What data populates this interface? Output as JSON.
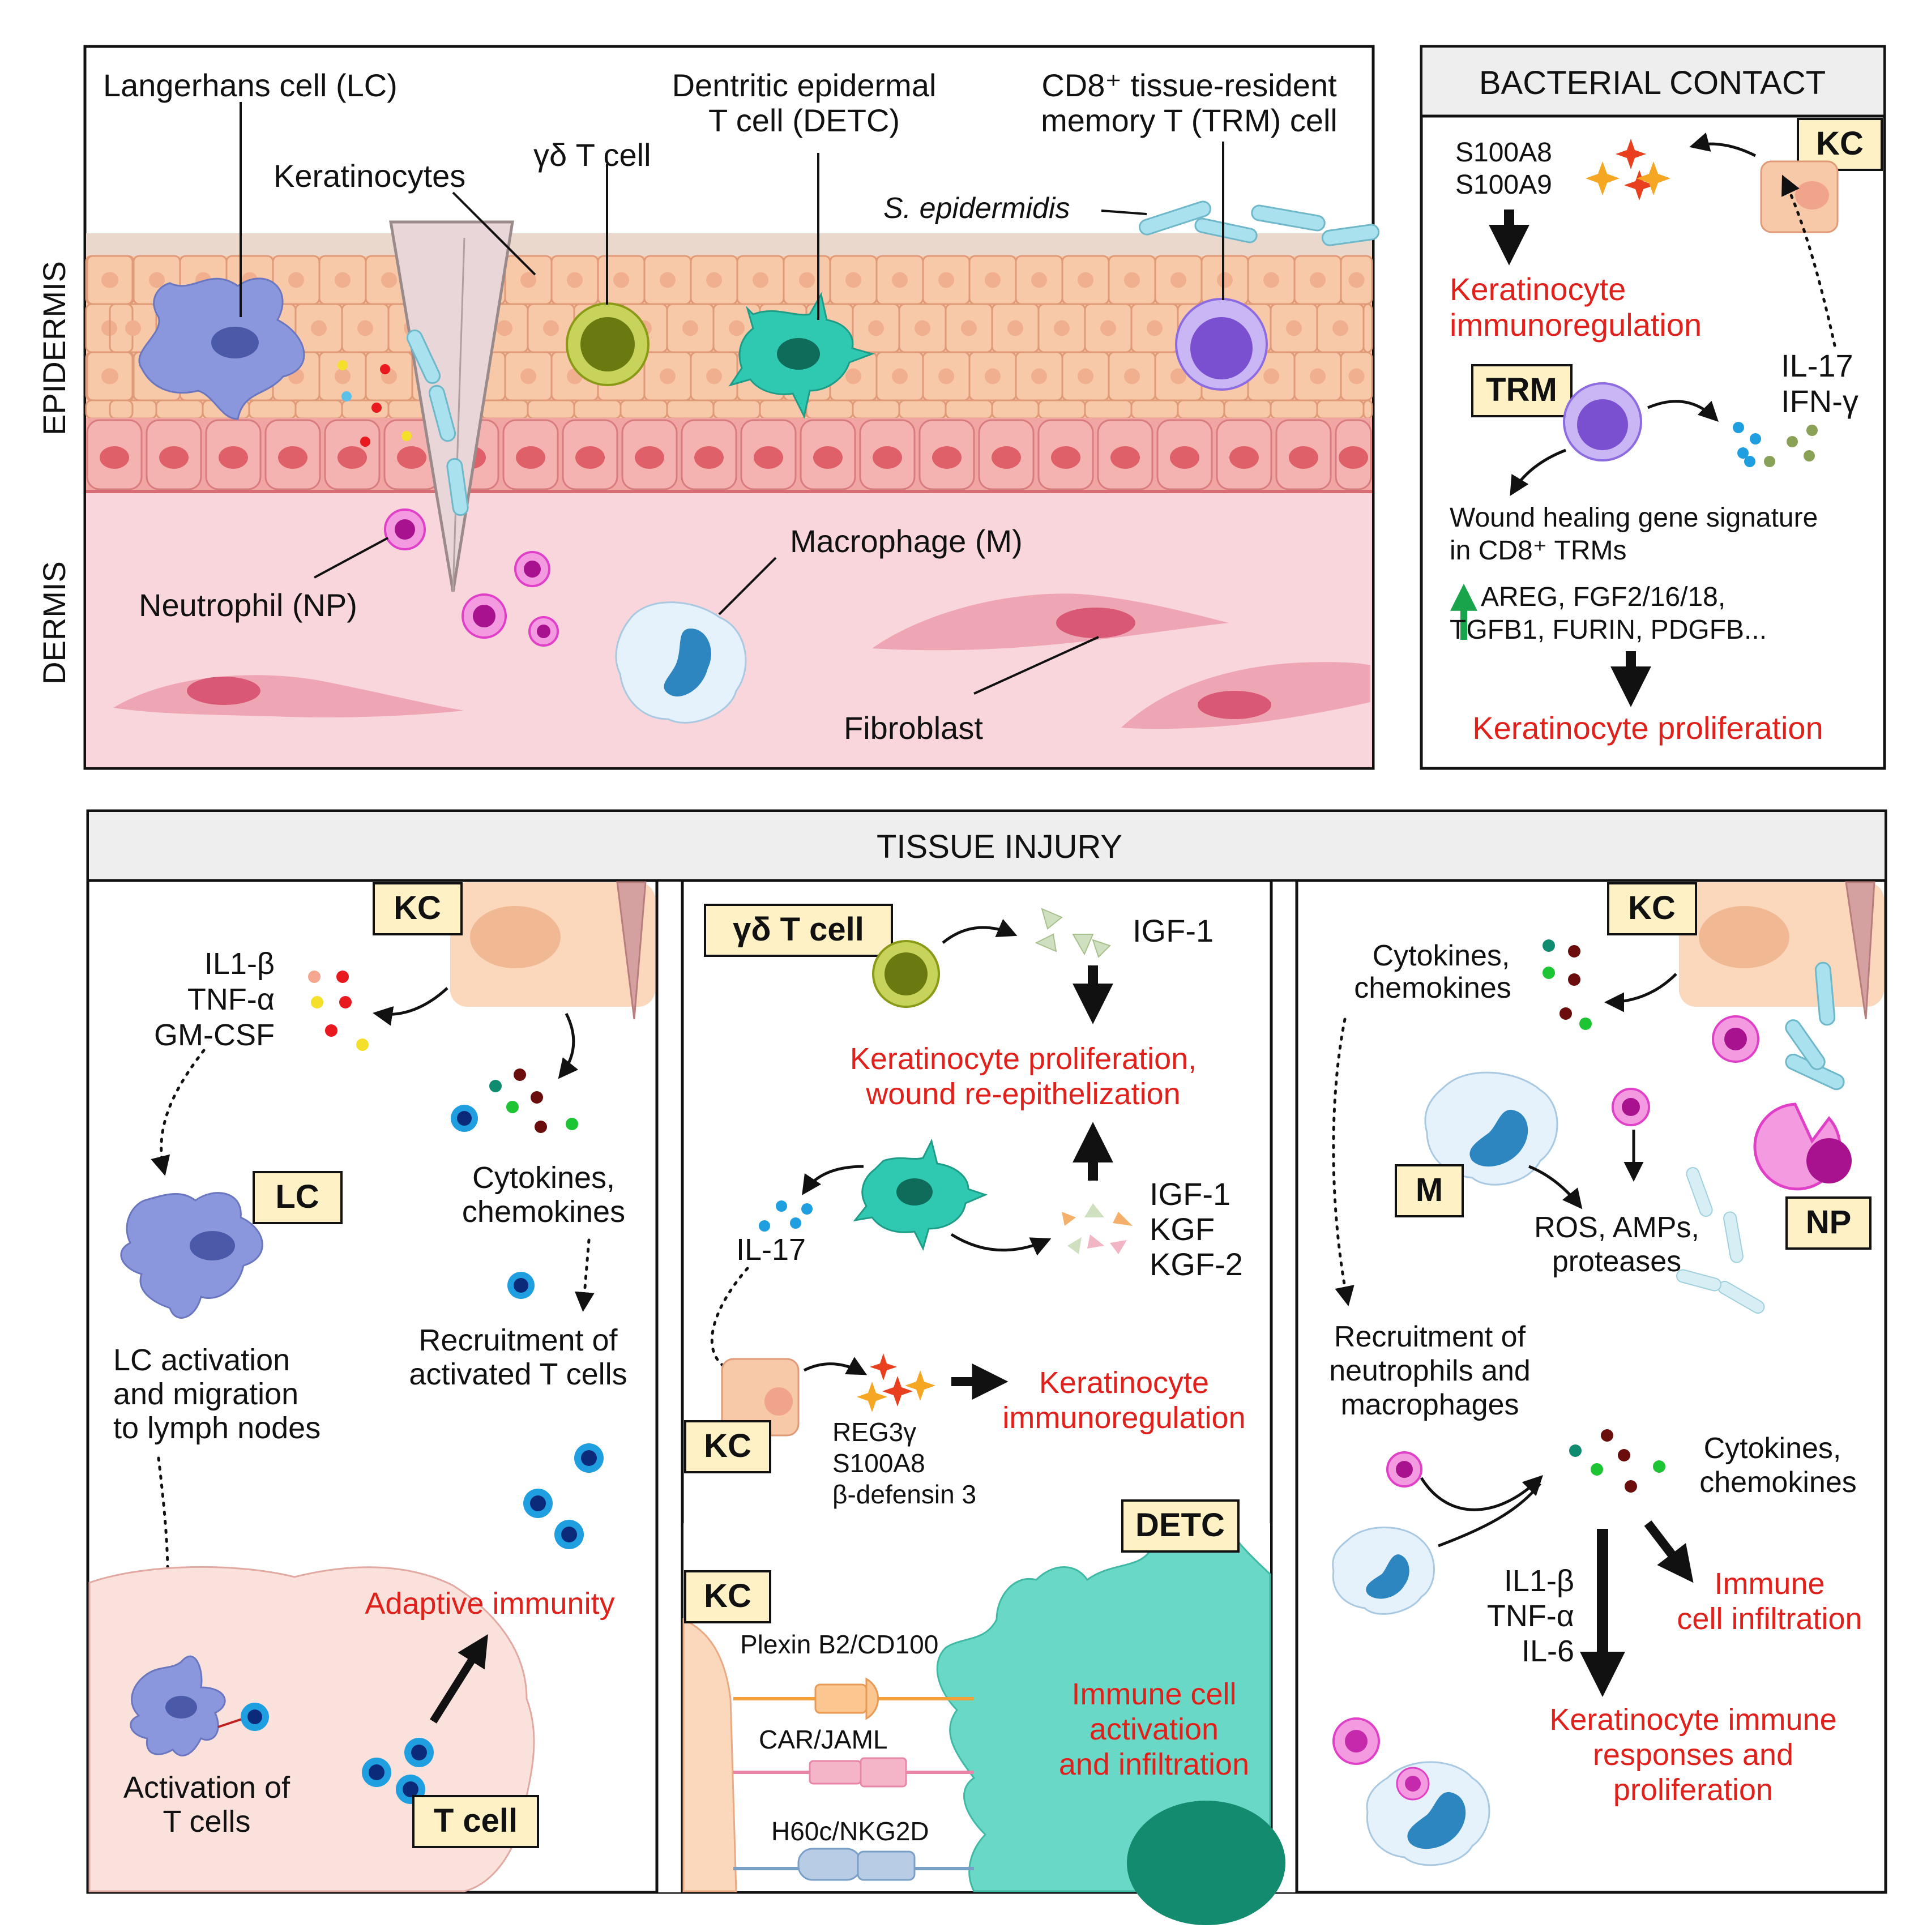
{
  "top": {
    "labels": {
      "epidermis": "EPIDERMIS",
      "dermis": "DERMIS",
      "lc": "Langerhans cell (LC)",
      "keratinocytes": "Keratinocytes",
      "gd": "γδ T cell",
      "detc1": "Dentritic epidermal",
      "detc2": "T cell (DETC)",
      "trm1": "CD8⁺ tissue-resident",
      "trm2": "memory T (TRM) cell",
      "sepi": "S. epidermidis",
      "neutrophil": "Neutrophil (NP)",
      "macrophage": "Macrophage (M)",
      "fibroblast": "Fibroblast"
    }
  },
  "bacterial": {
    "title": "BACTERIAL CONTACT",
    "kc": "KC",
    "s100a8": "S100A8",
    "s100a9": "S100A9",
    "immunoreg1": "Keratinocyte",
    "immunoreg2": "immunoregulation",
    "trm": "TRM",
    "il17": "IL-17",
    "ifng": "IFN-γ",
    "wound_italic": "Wound healing",
    "wound_rest": " gene signature",
    "wound2": "in CD8⁺ TRMs",
    "genes1": "AREG, FGF2/16/18,",
    "genes2": "TGFB1, FURIN, PDGFB...",
    "prolif": "Keratinocyte proliferation"
  },
  "injury": {
    "title": "TISSUE INJURY",
    "left": {
      "kc": "KC",
      "il1b": "IL1-β",
      "tnfa": "TNF-α",
      "gmcsf": "GM-CSF",
      "cyto1": "Cytokines,",
      "cyto2": "chemokines",
      "lc": "LC",
      "lcact1": "LC activation",
      "lcact2": "and migration",
      "lcact3": "to lymph nodes",
      "recruit1": "Recruitment of",
      "recruit2": "activated T cells",
      "adaptive": "Adaptive immunity",
      "act1": "Activation of",
      "act2": "T cells",
      "tcell": "T cell"
    },
    "middle": {
      "gd": "γδ T cell",
      "igf1": "IGF-1",
      "prolif1": "Keratinocyte proliferation,",
      "prolif2": "wound re-epithelization",
      "il17": "IL-17",
      "igf1b": "IGF-1",
      "kgf": "KGF",
      "kgf2": "KGF-2",
      "kc": "KC",
      "reg3g": "REG3γ",
      "s100a8": "S100A8",
      "bdef": "β-defensin 3",
      "immunoreg1": "Keratinocyte",
      "immunoreg2": "immunoregulation",
      "detc": "DETC",
      "kc2": "KC",
      "plexin_b": "Plexin B2",
      "plexin_r": "/CD100",
      "car_b": "CAR",
      "car_r": "/JAML",
      "h60_b": "H60c",
      "h60_r": "/NKG2D",
      "immact1": "Immune cell",
      "immact2": "activation",
      "immact3": "and infiltration"
    },
    "right": {
      "kc": "KC",
      "cyto1": "Cytokines,",
      "cyto2": "chemokines",
      "m": "M",
      "ros1": "ROS, AMPs,",
      "ros2": "proteases",
      "np": "NP",
      "recruit1": "Recruitment of",
      "recruit2": "neutrophils and",
      "recruit3": "macrophages",
      "cyto3": "Cytokines,",
      "cyto4": "chemokines",
      "il1b": "IL1-β",
      "tnfa": "TNF-α",
      "il6": "IL-6",
      "infil1": "Immune",
      "infil2": "cell infiltration",
      "resp1": "Keratinocyte immune",
      "resp2": "responses and",
      "resp3": "proliferation"
    }
  },
  "colors": {
    "red_text": "#e0201b",
    "keratinocyte": "#f8c9a8",
    "basal": "#f2a6a4",
    "dermis": "#f9d6dc",
    "lc": "#8a97dc",
    "detc": "#2ec9b0",
    "gd": "#8a9a16",
    "trm": "#8d6be0",
    "neutrophil": "#e040c8",
    "macrophage": "#2e86c1",
    "bacteria": "#a9e2ee",
    "label_box": "#fdf1c5"
  }
}
